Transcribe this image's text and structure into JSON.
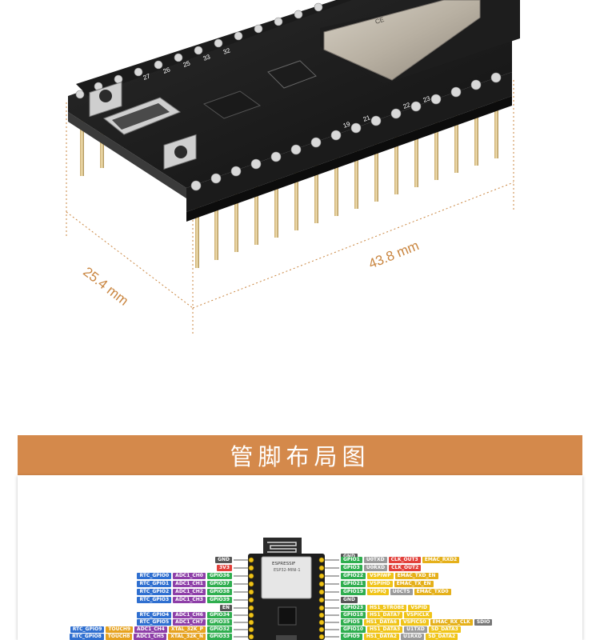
{
  "dimensions": {
    "width_label": "25.4 mm",
    "length_label": "43.8 mm"
  },
  "banner": {
    "title": "管脚布局图"
  },
  "module": {
    "brand": "ESPRESSIF",
    "model": "ESP32-MINI-1"
  },
  "left_pins": [
    {
      "name": "GND",
      "functions": []
    },
    {
      "name": "3V3",
      "functions": []
    },
    {
      "name": "GPIO36",
      "functions": [
        "RTC_GPIO0",
        "ADC1_CH0"
      ]
    },
    {
      "name": "GPIO37",
      "functions": [
        "RTC_GPIO1",
        "ADC1_CH1"
      ]
    },
    {
      "name": "GPIO38",
      "functions": [
        "RTC_GPIO2",
        "ADC1_CH2"
      ]
    },
    {
      "name": "GPIO39",
      "functions": [
        "RTC_GPIO3",
        "ADC1_CH3"
      ]
    },
    {
      "name": "EN",
      "functions": []
    },
    {
      "name": "GPIO34",
      "functions": [
        "RTC_GPIO4",
        "ADC1_CH6"
      ]
    },
    {
      "name": "GPIO35",
      "functions": [
        "RTC_GPIO5",
        "ADC1_CH7"
      ]
    },
    {
      "name": "GPIO32",
      "functions": [
        "RTC_GPIO9",
        "TOUCH9",
        "ADC1_CH4",
        "XTAL_32K_P"
      ]
    },
    {
      "name": "GPIO33",
      "functions": [
        "RTC_GPIO8",
        "TOUCH8",
        "ADC1_CH5",
        "XTAL_32K_N"
      ]
    }
  ],
  "right_pins": [
    {
      "name": "GND",
      "functions": []
    },
    {
      "name": "GPIO1",
      "functions": [
        "U0TXD",
        "CLK_OUT3",
        "EMAC_RXD2"
      ]
    },
    {
      "name": "GPIO3",
      "functions": [
        "U0RXD",
        "CLK_OUT2"
      ]
    },
    {
      "name": "GPIO22",
      "functions": [
        "VSPIWP",
        "EMAC_TXD_EN"
      ]
    },
    {
      "name": "GPIO21",
      "functions": [
        "VSPIHD",
        "EMAC_TX_EN"
      ]
    },
    {
      "name": "GPIO19",
      "functions": [
        "VSPIQ",
        "U0CTS",
        "EMAC_TXD0"
      ]
    },
    {
      "name": "GND",
      "functions": []
    },
    {
      "name": "GPIO23",
      "functions": [
        "HS1_STROBE",
        "VSPID"
      ]
    },
    {
      "name": "GPIO18",
      "functions": [
        "HS1_DATA7",
        "VSPICLK"
      ]
    },
    {
      "name": "GPIO5",
      "functions": [
        "HS1_DATA6",
        "VSPICS0",
        "EMAC_RX_CLK",
        "SDIO"
      ]
    },
    {
      "name": "GPIO10",
      "functions": [
        "HS1_DATA3",
        "U1TXD",
        "SD_DATA3"
      ]
    },
    {
      "name": "GPIO9",
      "functions": [
        "HS1_DATA2",
        "U1RXD",
        "SD_DATA2"
      ]
    }
  ],
  "colors": {
    "accent": "#d4894b",
    "dimension": "#c9853f",
    "pin_gpio": "#2fae4f",
    "pin_rtc": "#2f6fd0",
    "pin_adc": "#8e3fa8",
    "pin_touch": "#e6a21f",
    "pin_spi": "#f0c419",
    "pin_uart": "#9a9a9a",
    "pin_emac": "#e5b01a",
    "pin_clk": "#e2403a",
    "pin_power": "#e2403a"
  }
}
